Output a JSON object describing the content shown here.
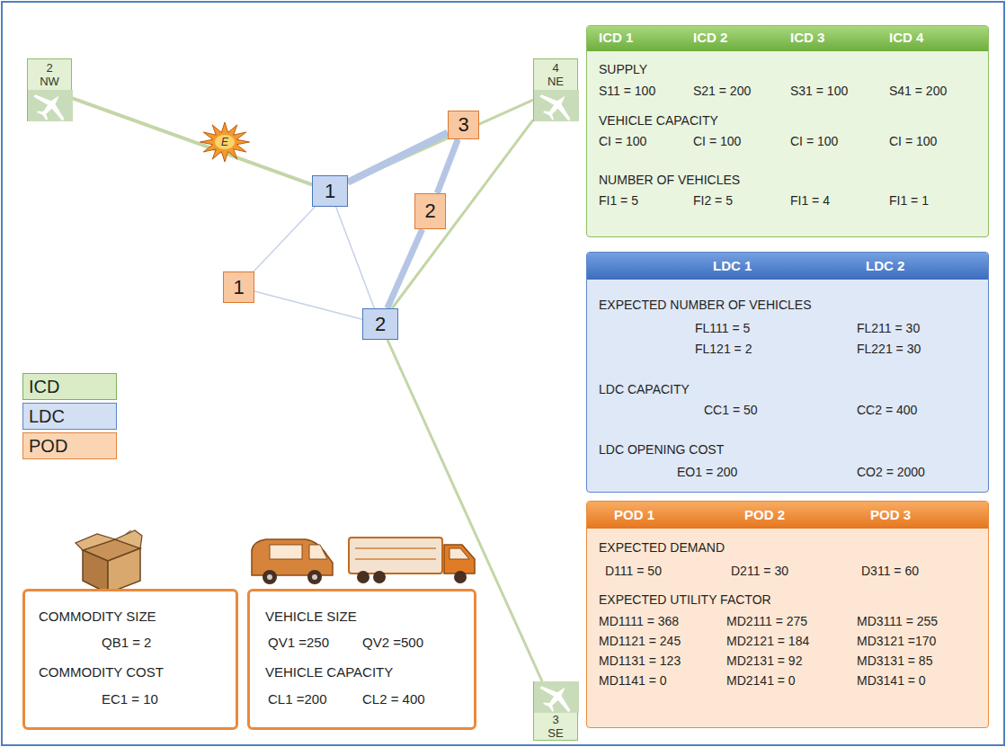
{
  "diagram": {
    "nodes": [
      {
        "text": [
          "2",
          "NW"
        ]
      },
      {
        "text": [
          "3"
        ]
      },
      {
        "text": [
          "4",
          "NE"
        ]
      },
      {
        "text": [
          "E"
        ]
      },
      {
        "text": [
          "1"
        ]
      },
      {
        "text": [
          "2"
        ]
      },
      {
        "text": [
          "1"
        ]
      },
      {
        "text": [
          "2"
        ]
      },
      {
        "text": [
          "3",
          "SE"
        ]
      },
      {
        "text": [
          "ICD 1",
          "ICD 2",
          "ICD 3",
          "ICD 4",
          "SUPPLY",
          "S11 = 100",
          "S21 = 200",
          "S31 = 100",
          "S41 = 200",
          "VEHICLE CAPACITY",
          "CI = 100",
          "CI = 100",
          "CI = 100",
          "CI = 100",
          "NUMBER OF VEHICLES",
          "FI1 = 5",
          "FI2 = 5",
          "FI1 = 4",
          "FI1 = 1"
        ]
      },
      {
        "text": [
          "LDC 1",
          "LDC 2",
          "EXPECTED NUMBER OF VEHICLES",
          "FL111 = 5",
          "FL211 = 30",
          "FL121 = 2",
          "FL221 = 30",
          "LDC CAPACITY",
          "CC1 = 50",
          "CC2 = 400",
          "LDC OPENING COST",
          "EO1 = 200",
          "CO2 = 2000"
        ]
      },
      {
        "text": [
          "POD 1",
          "POD 2",
          "POD 3",
          "EXPECTED DEMAND",
          "D111 = 50",
          "D211 = 30",
          "D311 = 60",
          "EXPECTED UTILITY FACTOR",
          "MD1111 = 368",
          "MD2111 = 275",
          "MD3111 = 255",
          "MD1121 = 245",
          "MD2121 = 184",
          "MD3121 =170",
          "MD1131 = 123",
          "MD2131 = 92",
          "MD3131 = 85",
          "MD1141 = 0",
          "MD2141 = 0",
          "MD3141 = 0"
        ]
      },
      {
        "text": [
          "COMMODITY SIZE",
          "QB1 = 2",
          "COMMODITY COST",
          "EC1 = 10"
        ]
      },
      {
        "text": [
          "VEHICLE SIZE",
          "QV1 =250",
          "QV2 =500",
          "VEHICLE CAPACITY",
          "CL1 =200",
          "CL2 = 400"
        ]
      }
    ],
    "edges": [
      {
        "from": 0,
        "to": 4,
        "arrow": "none"
      },
      {
        "from": 4,
        "to": 2,
        "arrow": "none"
      },
      {
        "from": 4,
        "to": 1,
        "arrow": "none"
      },
      {
        "from": 4,
        "to": 6,
        "arrow": "none"
      },
      {
        "from": 4,
        "to": 7,
        "arrow": "none"
      },
      {
        "from": 6,
        "to": 7,
        "arrow": "none"
      },
      {
        "from": 7,
        "to": 5,
        "arrow": "none"
      },
      {
        "from": 5,
        "to": 1,
        "arrow": "none"
      },
      {
        "from": 7,
        "to": 2,
        "arrow": "none"
      },
      {
        "from": 7,
        "to": 8,
        "arrow": "none"
      }
    ],
    "legend": [
      {
        "text": "ICD",
        "color": "#d9ecc6"
      },
      {
        "text": "LDC",
        "color": "#d3dff3"
      },
      {
        "text": "POD",
        "color": "#fbd5b3"
      }
    ]
  }
}
